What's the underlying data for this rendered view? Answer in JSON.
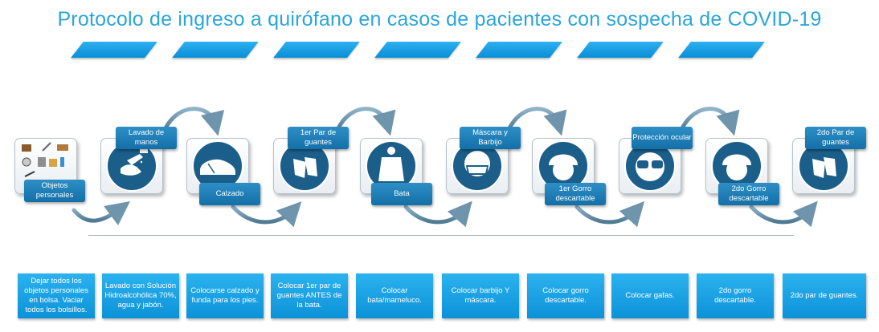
{
  "title": "Protocolo de ingreso a quirófano en casos de pacientes con sospecha de COVID-19",
  "colors": {
    "title": "#2aa6db",
    "label": "#1b7db8",
    "desc": "#1ea3e6",
    "icon": "#1b5e8a"
  },
  "steps": [
    {
      "label": "Objetos personales",
      "icon": "personal-objects-icon",
      "desc": "Dejar todos los objetos personales en bolsa. Vaciar todos los bolsillos."
    },
    {
      "label": "Lavado de manos",
      "icon": "hand-wash-icon",
      "desc": "Lavado con Solución Hidroalcohólica 70%, agua y jabón."
    },
    {
      "label": "Calzado",
      "icon": "shoe-cover-icon",
      "desc": "Colocarse calzado y funda para los pies."
    },
    {
      "label": "1er Par de guantes",
      "icon": "gloves-icon",
      "desc": "Colocar 1er par de guantes ANTES de la bata."
    },
    {
      "label": "Bata",
      "icon": "gown-icon",
      "desc": "Colocar bata/mameluco."
    },
    {
      "label": "Máscara y Barbijo",
      "icon": "mask-icon",
      "desc": "Colocar barbijo Y máscara."
    },
    {
      "label": "1er Gorro descartable",
      "icon": "cap-icon",
      "desc": "Colocar gorro descartable."
    },
    {
      "label": "Protección ocular",
      "icon": "goggles-icon",
      "desc": "Colocar gafas."
    },
    {
      "label": "2do Gorro descartable",
      "icon": "cap-icon",
      "desc": "2do gorro descartable."
    },
    {
      "label": "2do Par de guantes",
      "icon": "gloves-icon",
      "desc": "2do par de guantes."
    }
  ]
}
